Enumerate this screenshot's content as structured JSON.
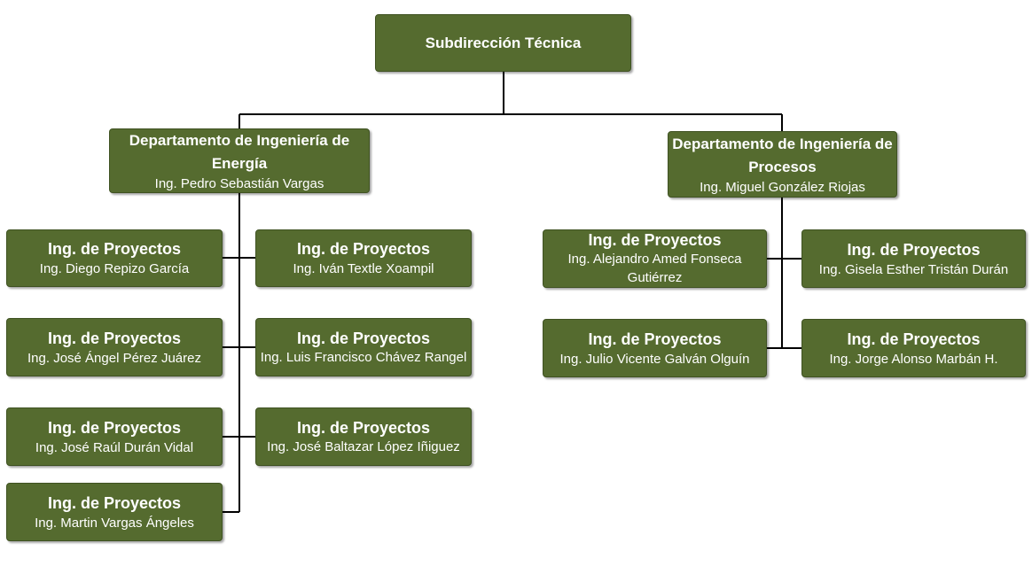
{
  "root": {
    "title": "Subdirección Técnica"
  },
  "departments": [
    {
      "title": "Departamento de Ingeniería de Energía",
      "head": "Ing. Pedro Sebastián Vargas"
    },
    {
      "title": "Departamento de Ingeniería de Procesos",
      "head": "Ing. Miguel González Riojas"
    }
  ],
  "energy_projects": [
    {
      "title": "Ing. de Proyectos",
      "name": "Ing. Diego Repizo García"
    },
    {
      "title": "Ing. de Proyectos",
      "name": "Ing. Iván Textle Xoampil"
    },
    {
      "title": "Ing. de Proyectos",
      "name": "Ing. José Ángel Pérez Juárez"
    },
    {
      "title": "Ing. de Proyectos",
      "name": "Ing. Luis Francisco Chávez Rangel"
    },
    {
      "title": "Ing. de Proyectos",
      "name": "Ing. José Raúl Durán Vidal"
    },
    {
      "title": "Ing. de Proyectos",
      "name": "Ing. José Baltazar López Iñiguez"
    },
    {
      "title": "Ing. de Proyectos",
      "name": "Ing. Martin Vargas Ángeles"
    }
  ],
  "process_projects": [
    {
      "title": "Ing. de Proyectos",
      "name": "Ing. Alejandro Amed Fonseca Gutiérrez"
    },
    {
      "title": "Ing. de Proyectos",
      "name": "Ing. Gisela Esther Tristán Durán"
    },
    {
      "title": "Ing. de Proyectos",
      "name": "Ing. Julio Vicente Galván Olguín"
    },
    {
      "title": "Ing. de Proyectos",
      "name": "Ing. Jorge Alonso Marbán H."
    }
  ],
  "colors": {
    "box_fill": "#556b2f",
    "box_text": "#ffffff",
    "connector": "#000000"
  }
}
